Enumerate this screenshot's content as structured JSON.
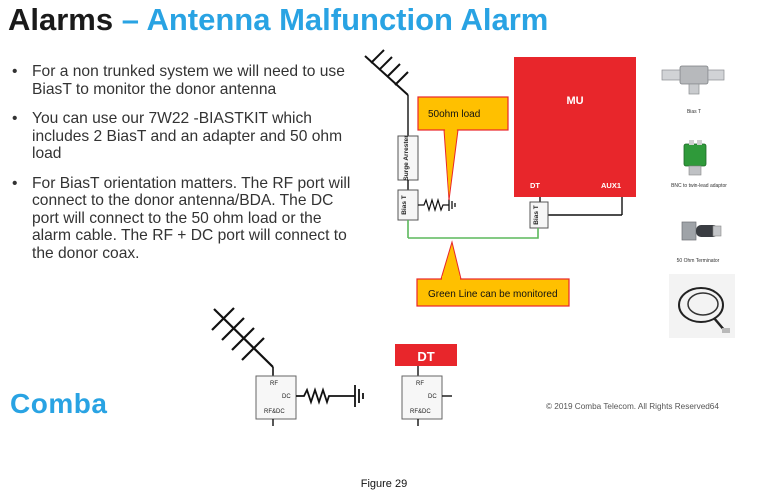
{
  "title": {
    "main": "Alarms",
    "dash": "–",
    "sub": "Antenna Malfunction Alarm"
  },
  "bullets": [
    "For a non trunked system we will need to use BiasT to monitor the donor antenna",
    "You can use our 7W22 -BIASTKIT which includes 2 BiasT and an adapter and 50 ohm load",
    "For BiasT orientation matters. The RF port will connect to the donor antenna/BDA. The DC port will connect to the 50 ohm load or the alarm cable. The RF + DC port will connect to the donor coax."
  ],
  "diagram": {
    "load_callout": "50ohm load",
    "mu_label": "MU",
    "dt_port": "DT",
    "aux_port": "AUX1",
    "green_callout": "Green Line can be monitored",
    "surge_arrester": "Surge Arrester",
    "bias_t": "Bias T",
    "lower_dt": "DT",
    "port_rf": "RF",
    "port_dc": "DC",
    "port_rfdc": "RF&DC"
  },
  "products": {
    "bias_t": "Bias T",
    "bnc_adaptor": "BNC to twin-lead adaptor",
    "terminator": "50 Ohm Terminator"
  },
  "footer": {
    "logo": "Comba",
    "copyright": "© 2019 Comba Telecom. All Rights Reserved",
    "page": "64"
  },
  "caption": "Figure 29",
  "colors": {
    "title_blue": "#29a3e3",
    "mu_red": "#e8262b",
    "callout_yellow": "#ffc000",
    "callout_border": "#e8262b",
    "green_line": "#5cb85c"
  }
}
